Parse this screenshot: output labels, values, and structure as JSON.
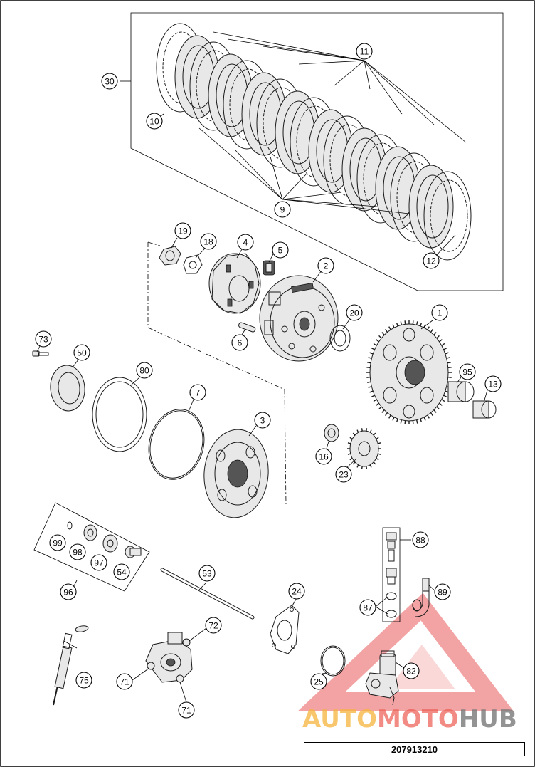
{
  "diagram": {
    "callouts": [
      {
        "id": "c30",
        "label": "30"
      },
      {
        "id": "c10",
        "label": "10"
      },
      {
        "id": "c11",
        "label": "11"
      },
      {
        "id": "c9",
        "label": "9"
      },
      {
        "id": "c12",
        "label": "12"
      },
      {
        "id": "c19",
        "label": "19"
      },
      {
        "id": "c18",
        "label": "18"
      },
      {
        "id": "c4",
        "label": "4"
      },
      {
        "id": "c5",
        "label": "5"
      },
      {
        "id": "c2",
        "label": "2"
      },
      {
        "id": "c20",
        "label": "20"
      },
      {
        "id": "c1",
        "label": "1"
      },
      {
        "id": "c6",
        "label": "6"
      },
      {
        "id": "c73",
        "label": "73"
      },
      {
        "id": "c50",
        "label": "50"
      },
      {
        "id": "c80",
        "label": "80"
      },
      {
        "id": "c7",
        "label": "7"
      },
      {
        "id": "c95",
        "label": "95"
      },
      {
        "id": "c13",
        "label": "13"
      },
      {
        "id": "c3",
        "label": "3"
      },
      {
        "id": "c16",
        "label": "16"
      },
      {
        "id": "c23",
        "label": "23"
      },
      {
        "id": "c99",
        "label": "99"
      },
      {
        "id": "c98",
        "label": "98"
      },
      {
        "id": "c97",
        "label": "97"
      },
      {
        "id": "c54",
        "label": "54"
      },
      {
        "id": "c96",
        "label": "96"
      },
      {
        "id": "c88",
        "label": "88"
      },
      {
        "id": "c53",
        "label": "53"
      },
      {
        "id": "c24",
        "label": "24"
      },
      {
        "id": "c87",
        "label": "87"
      },
      {
        "id": "c89",
        "label": "89"
      },
      {
        "id": "c72",
        "label": "72"
      },
      {
        "id": "c75",
        "label": "75"
      },
      {
        "id": "c71a",
        "label": "71"
      },
      {
        "id": "c71b",
        "label": "71"
      },
      {
        "id": "c25",
        "label": "25"
      },
      {
        "id": "c82",
        "label": "82"
      }
    ],
    "document_number": "207913210"
  },
  "watermark": {
    "part1": "AUTO",
    "part2": "MOTO",
    "part3": "HUB",
    "colors": {
      "orange": "#f5b43c",
      "red": "#eb5a50",
      "gray": "#787878"
    }
  }
}
